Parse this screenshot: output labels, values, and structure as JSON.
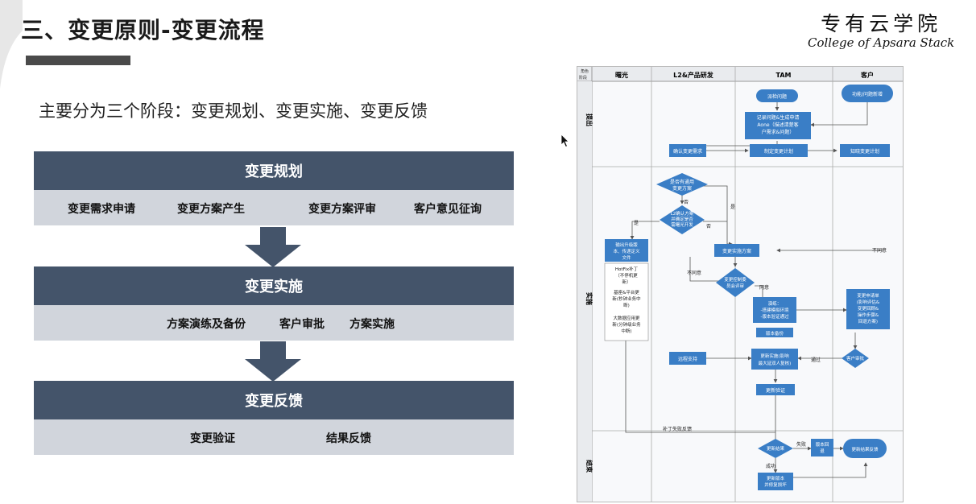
{
  "slide": {
    "title": "三、变更原则-变更流程",
    "subtitle": "主要分为三个阶段：变更规划、变更实施、变更反馈",
    "logo_cn": "专有云学院",
    "logo_en": "College of Apsara Stack"
  },
  "stages": [
    {
      "header": "变更规划",
      "items": [
        "变更需求申请",
        "变更方案产生",
        "变更方案评审",
        "客户意见征询"
      ]
    },
    {
      "header": "变更实施",
      "items": [
        "方案演练及备份",
        "客户审批",
        "方案实施"
      ]
    },
    {
      "header": "变更反馈",
      "items": [
        "变更验证",
        "结果反馈"
      ]
    }
  ],
  "flowchart": {
    "corner_top": "角色",
    "corner_bottom": "阶段",
    "roles": [
      "曙光",
      "L2&产品研发",
      "TAM",
      "客户"
    ],
    "phases": [
      "提出",
      "实施",
      "结束"
    ],
    "nodes": {
      "report_issue": "派检问题",
      "new_feature": "功能/问题新增",
      "record_issue": [
        "记录问题&生成申请",
        "Aone（描述清楚客",
        "户需求&问题）"
      ],
      "confirm_req": "确认变更需求",
      "make_plan": "制定变更计划",
      "notify_plan": "知晓变更计划",
      "has_plan": [
        "是否有通用",
        "变更方案"
      ],
      "l2_confirm": [
        "L2确认方案",
        "并确定是否",
        "需曙光开发"
      ],
      "output_patch": [
        "输出升级版",
        "本、传递定义",
        "文件"
      ],
      "hotfix": [
        "HotFix补丁",
        "（不停机更",
        "新）"
      ],
      "base_platform": [
        "基座&平台更",
        "新(秒钟业务中",
        "断)"
      ],
      "bigdata": [
        "大数据应用更",
        "新(分钟级业务",
        "中断)"
      ],
      "impl_plan": "变更实施方案",
      "review": [
        "变更控制委",
        "员会评审"
      ],
      "drill": [
        "演练：",
        "-搭建模拟环境",
        "-版本验证通过"
      ],
      "backup": "版本备份",
      "change_apply": [
        "变更申请单",
        "(影响评估&",
        "变更回顾&",
        "操作步骤&",
        "回退方案)"
      ],
      "remote_support": "远程支持",
      "implement": [
        "更新实施(影响",
        "最大延双人复核)"
      ],
      "customer_approve": "客户审批",
      "verify": "更新验证",
      "update_result": "更新结果",
      "rollback": [
        "版本回",
        "退"
      ],
      "result_feedback": "更新结果反馈",
      "update_record": [
        "更新版本",
        "并修复损坏"
      ]
    },
    "labels": {
      "yes": "是",
      "no": "否",
      "agree": "同意",
      "disagree": "不同意",
      "pass": "通过",
      "fail": "失败",
      "success": "成功",
      "patch_fail": "补丁失败反馈"
    }
  },
  "colors": {
    "band": "#44546a",
    "strip": "#d1d5dc",
    "node": "#3a7ec6",
    "logo_bar": "#4a4a4a"
  }
}
